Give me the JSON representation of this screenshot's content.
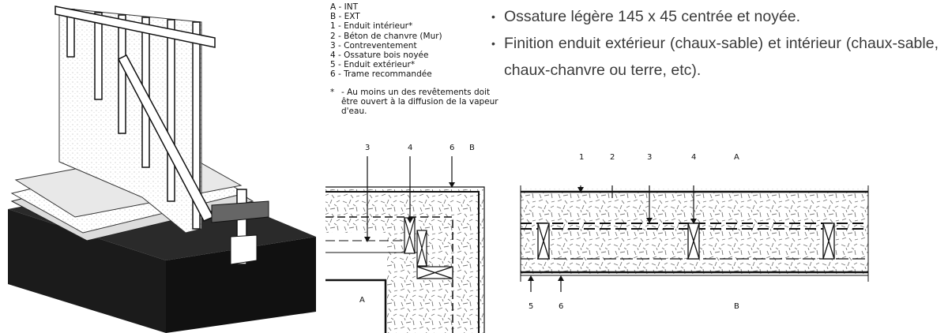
{
  "legend": {
    "items": [
      "A - INT",
      "B - EXT",
      "1 - Enduit intérieur*",
      "2 - Béton de chanvre (Mur)",
      "3 - Contreventement",
      "4 - Ossature bois noyée",
      "5 - Enduit extérieur*",
      "6 - Trame recommandée"
    ],
    "note_mark": "*",
    "note": "- Au moins un des revêtements doit être ouvert à la diffusion de la vapeur d'eau."
  },
  "bullets": [
    "Ossature légère 145 x 45 centrée et noyée.",
    "Finition enduit extérieur (chaux-sable) et intérieur (chaux-sable, chaux-chanvre ou terre, etc)."
  ],
  "plan_view": {
    "labels": {
      "l3": "3",
      "l4": "4",
      "l6": "6",
      "lB": "B",
      "lA": "A"
    }
  },
  "section_view": {
    "labels": {
      "l1": "1",
      "l2": "2",
      "l3": "3",
      "l4": "4",
      "lA": "A",
      "l5": "5",
      "l6": "6",
      "lB": "B"
    }
  }
}
